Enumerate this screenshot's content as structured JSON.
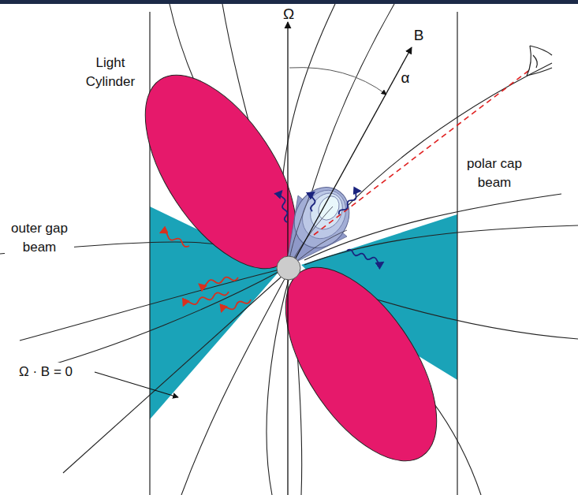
{
  "diagram": {
    "labels": [
      "Ω",
      "B",
      "Light Cylinder",
      "α",
      "polar cap beam",
      "outer gap beam",
      "Ω · B = 0"
    ]
  }
}
